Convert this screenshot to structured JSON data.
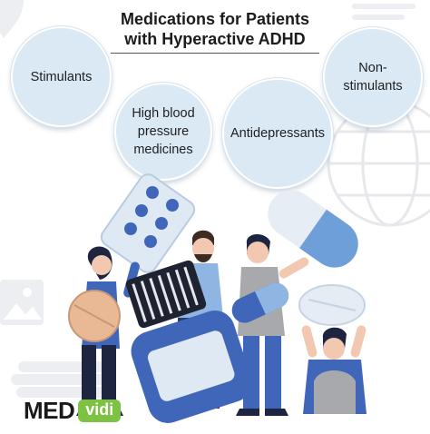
{
  "title": {
    "line1": "Medications for Patients",
    "line2": "with Hyperactive ADHD"
  },
  "categories": [
    {
      "line1": "Stimulants",
      "line2": "",
      "line3": ""
    },
    {
      "line1": "High blood",
      "line2": "pressure",
      "line3": "medicines"
    },
    {
      "line1": "Antidepressants",
      "line2": "",
      "line3": ""
    },
    {
      "line1": "Non-",
      "line2": "stimulants",
      "line3": ""
    }
  ],
  "logo": {
    "part1": "MED",
    "part2": "vidi"
  },
  "colors": {
    "bubble_fill": "#dbe9f4",
    "accent_blue": "#3f66b8",
    "pill_light": "#8fb6e2",
    "logo_green": "#7dc242"
  },
  "icons": [
    "location-pin-icon",
    "globe-icon",
    "image-placeholder-icon",
    "document-lines-icon"
  ]
}
